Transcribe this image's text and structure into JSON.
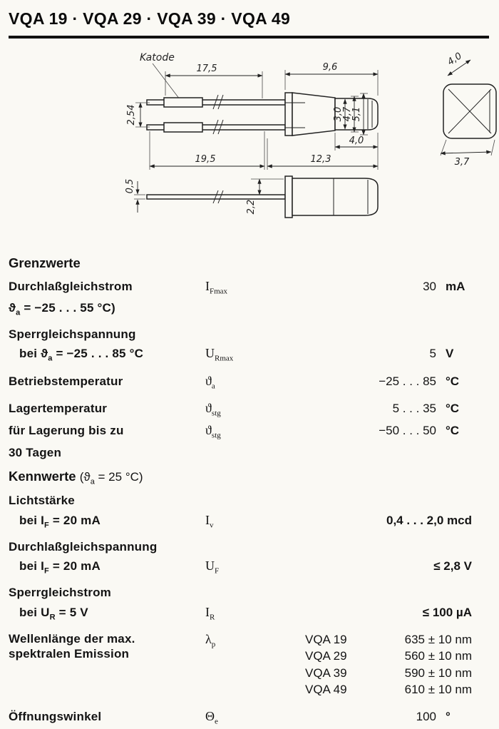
{
  "page": {
    "title": "VQA 19 · VQA 29 · VQA 39 · VQA 49"
  },
  "drawing": {
    "katode": "Katode",
    "dims": {
      "lead_top": "17,5",
      "body_top": "9,6",
      "front_diag": "4,0",
      "pitch": "2,54",
      "d30": "3,0",
      "d47": "4,7",
      "d51": "5,1",
      "nose_len": "4,0",
      "lead_total": "19,5",
      "body_total": "12,3",
      "front_w": "3,7",
      "lead_th": "0,5",
      "lead_off": "2,2"
    }
  },
  "grenzwerte": {
    "heading": "Grenzwerte",
    "rows": [
      {
        "param": {
          "pre": "Durchlaßgleichstrom"
        },
        "sym": {
          "base": "I",
          "sub": "Fmax"
        },
        "value": "30",
        "unit": "mA"
      },
      {
        "param": {
          "pre": "ϑ",
          "sub": "a",
          "post": " = −25 . . . 55 °C)"
        }
      },
      {
        "param": {
          "pre": "Sperrgleichspannung"
        }
      },
      {
        "param": {
          "pre": "bei ϑ",
          "sub": "a",
          "post": " = −25 . . . 85 °C"
        },
        "sym": {
          "base": "U",
          "sub": "Rmax"
        },
        "value": "5",
        "unit": "V"
      },
      {
        "param": {
          "pre": "Betriebstemperatur"
        },
        "sym": {
          "base": "ϑ",
          "sub": "a"
        },
        "value": "−25 . . . 85",
        "unit": "°C"
      },
      {
        "param": {
          "pre": "Lagertemperatur"
        },
        "sym": {
          "base": "ϑ",
          "sub": "stg"
        },
        "value": "5 . . . 35",
        "unit": "°C"
      },
      {
        "param": {
          "pre": "für Lagerung bis zu"
        },
        "sym": {
          "base": "ϑ",
          "sub": "stg"
        },
        "value": "−50 . . . 50",
        "unit": "°C"
      },
      {
        "param": {
          "pre": "30 Tagen"
        }
      }
    ]
  },
  "kennwerte": {
    "heading": "Kennwerte",
    "condition": {
      "pre": "(ϑ",
      "sub": "a",
      "post": " = 25 °C)"
    },
    "rows": [
      {
        "param": {
          "pre": "Lichtstärke"
        }
      },
      {
        "param": {
          "pre": "bei I",
          "sub": "F",
          "post": " = 20 mA"
        },
        "sym": {
          "base": "I",
          "sub": "v"
        },
        "value": "0,4 . . . 2,0 mcd"
      },
      {
        "param": {
          "pre": "Durchlaßgleichspannung"
        }
      },
      {
        "param": {
          "pre": "bei I",
          "sub": "F",
          "post": " = 20 mA"
        },
        "sym": {
          "base": "U",
          "sub": "F"
        },
        "value": "≤ 2,8 V"
      },
      {
        "param": {
          "pre": "Sperrgleichstrom"
        }
      },
      {
        "param": {
          "pre": "bei U",
          "sub": "R",
          "post": " = 5 V"
        },
        "sym": {
          "base": "I",
          "sub": "R"
        },
        "value": "≤ 100 µA"
      }
    ],
    "wavelength": {
      "param_line1": "Wellenlänge der max.",
      "param_line2": "spektralen Emission",
      "sym": {
        "base": "λ",
        "sub": "p"
      },
      "variants": [
        {
          "model": "VQA 19",
          "value": "635 ± 10 nm"
        },
        {
          "model": "VQA 29",
          "value": "560 ± 10 nm"
        },
        {
          "model": "VQA 39",
          "value": "590 ± 10 nm"
        },
        {
          "model": "VQA 49",
          "value": "610 ± 10 nm"
        }
      ]
    },
    "opening_angle": {
      "param": "Öffnungswinkel",
      "sym": {
        "base": "Θ",
        "sub": "e"
      },
      "value": "100",
      "unit": "°"
    }
  }
}
